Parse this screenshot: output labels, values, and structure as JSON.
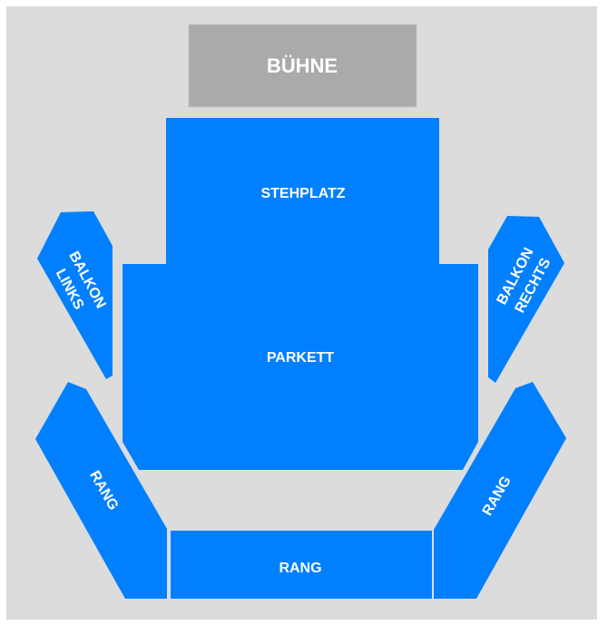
{
  "colors": {
    "background": "#dcdcdc",
    "stage": "#aaaaaa",
    "section": "#0080ff",
    "label": "#ffffff"
  },
  "stage": {
    "label": "BÜHNE"
  },
  "sections": {
    "stehplatz": {
      "label": "STEHPLATZ"
    },
    "parkett": {
      "label": "PARKETT"
    },
    "balkon_links": {
      "line1": "BALKON",
      "line2": "LINKS"
    },
    "balkon_rechts": {
      "line1": "BALKON",
      "line2": "RECHTS"
    },
    "rang_links": {
      "label": "RANG"
    },
    "rang_mitte": {
      "label": "RANG"
    },
    "rang_rechts": {
      "label": "RANG"
    }
  }
}
